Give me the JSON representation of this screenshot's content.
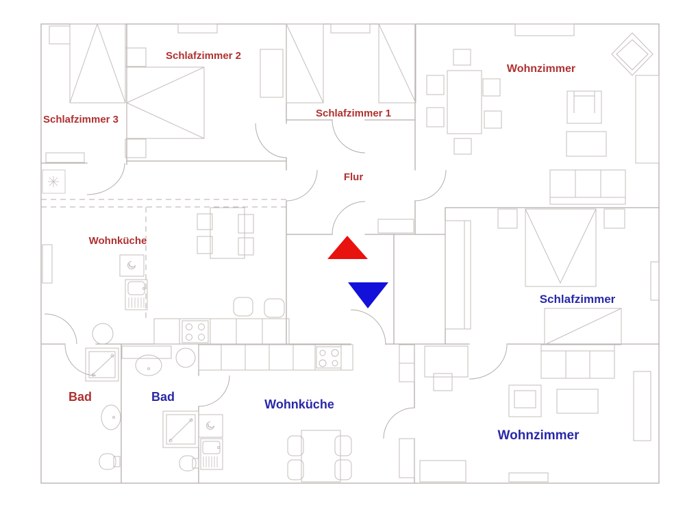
{
  "colors": {
    "wall": "#b3adaa",
    "furniture": "#c3bdb9",
    "red_label": "#b03030",
    "blue_label": "#2828a8",
    "red_arrow": "#e8120e",
    "blue_arrow": "#1310da",
    "background": "#ffffff"
  },
  "labels": {
    "schlafzimmer3": {
      "text": "Schlafzimmer 3"
    },
    "schlafzimmer2": {
      "text": "Schlafzimmer 2"
    },
    "schlafzimmer1": {
      "text": "Schlafzimmer 1"
    },
    "wohnzimmer_upper": {
      "text": "Wohnzimmer"
    },
    "flur": {
      "text": "Flur"
    },
    "wohnkueche_upper": {
      "text": "Wohnküche"
    },
    "schlafzimmer_right": {
      "text": "Schlafzimmer"
    },
    "bad_left": {
      "text": "Bad"
    },
    "bad_right": {
      "text": "Bad"
    },
    "wohnkueche_lower": {
      "text": "Wohnküche"
    },
    "wohnzimmer_lower": {
      "text": "Wohnzimmer"
    }
  }
}
